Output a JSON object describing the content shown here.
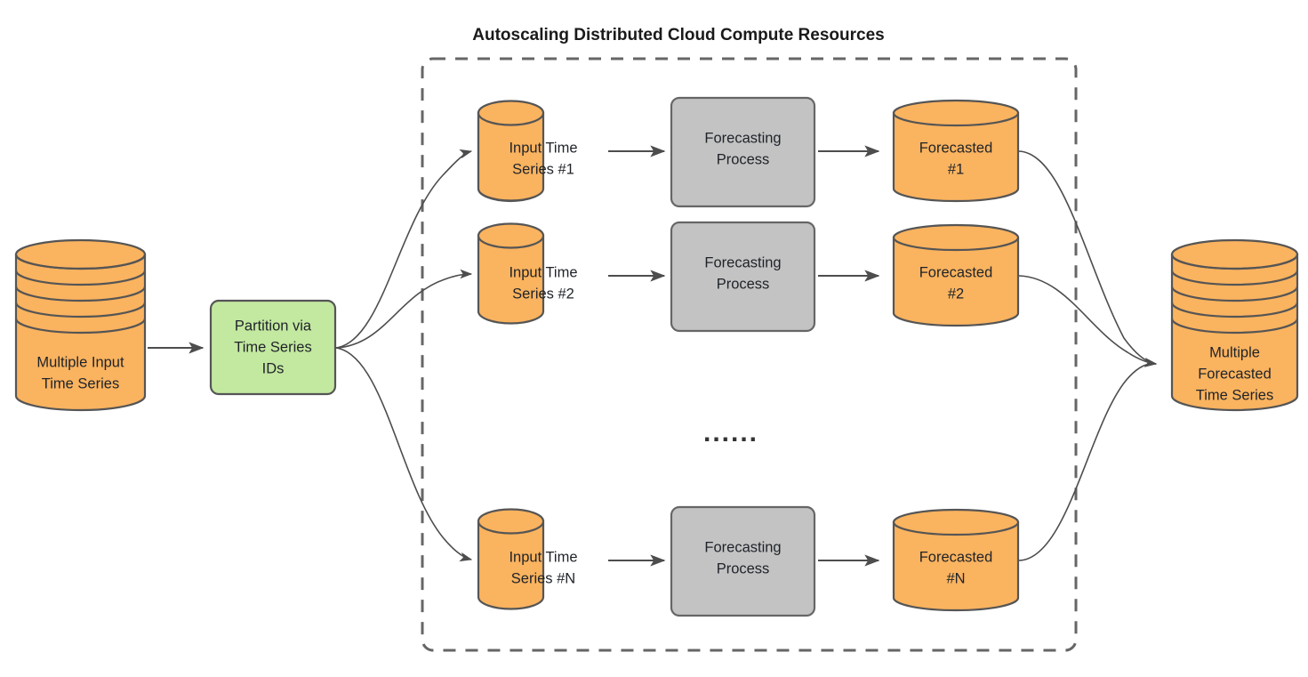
{
  "diagram": {
    "title": "Autoscaling Distributed Cloud Compute Resources",
    "ellipsis": "......",
    "colors": {
      "cylinder_fill": "#FAB35F",
      "process_fill": "#C3C3C3",
      "partition_fill": "#C3E8A0",
      "stroke": "#555555",
      "edge": "#4d4d4d",
      "region_border": "#666666",
      "background": "#ffffff",
      "text": "#1f2329"
    },
    "input_store": {
      "label_line1": "Multiple Input",
      "label_line2": "Time Series",
      "shape": "multi-disc-cylinder",
      "disc_count": 5
    },
    "partition": {
      "label_line1": "Partition via",
      "label_line2": "Time Series",
      "label_line3": "IDs",
      "shape": "rounded-rect"
    },
    "output_store": {
      "label_line1": "Multiple",
      "label_line2": "Forecasted",
      "label_line3": "Time Series",
      "shape": "multi-disc-cylinder",
      "disc_count": 5
    },
    "rows": [
      {
        "id": "row-1",
        "input": {
          "line1": "Input Time",
          "line2": "Series #1"
        },
        "process": {
          "line1": "Forecasting",
          "line2": "Process"
        },
        "output": {
          "line1": "Forecasted",
          "line2": "#1"
        }
      },
      {
        "id": "row-2",
        "input": {
          "line1": "Input Time",
          "line2": "Series #2"
        },
        "process": {
          "line1": "Forecasting",
          "line2": "Process"
        },
        "output": {
          "line1": "Forecasted",
          "line2": "#2"
        }
      },
      {
        "id": "row-n",
        "input": {
          "line1": "Input Time",
          "line2": "Series #N"
        },
        "process": {
          "line1": "Forecasting",
          "line2": "Process"
        },
        "output": {
          "line1": "Forecasted",
          "line2": "#N"
        }
      }
    ]
  }
}
